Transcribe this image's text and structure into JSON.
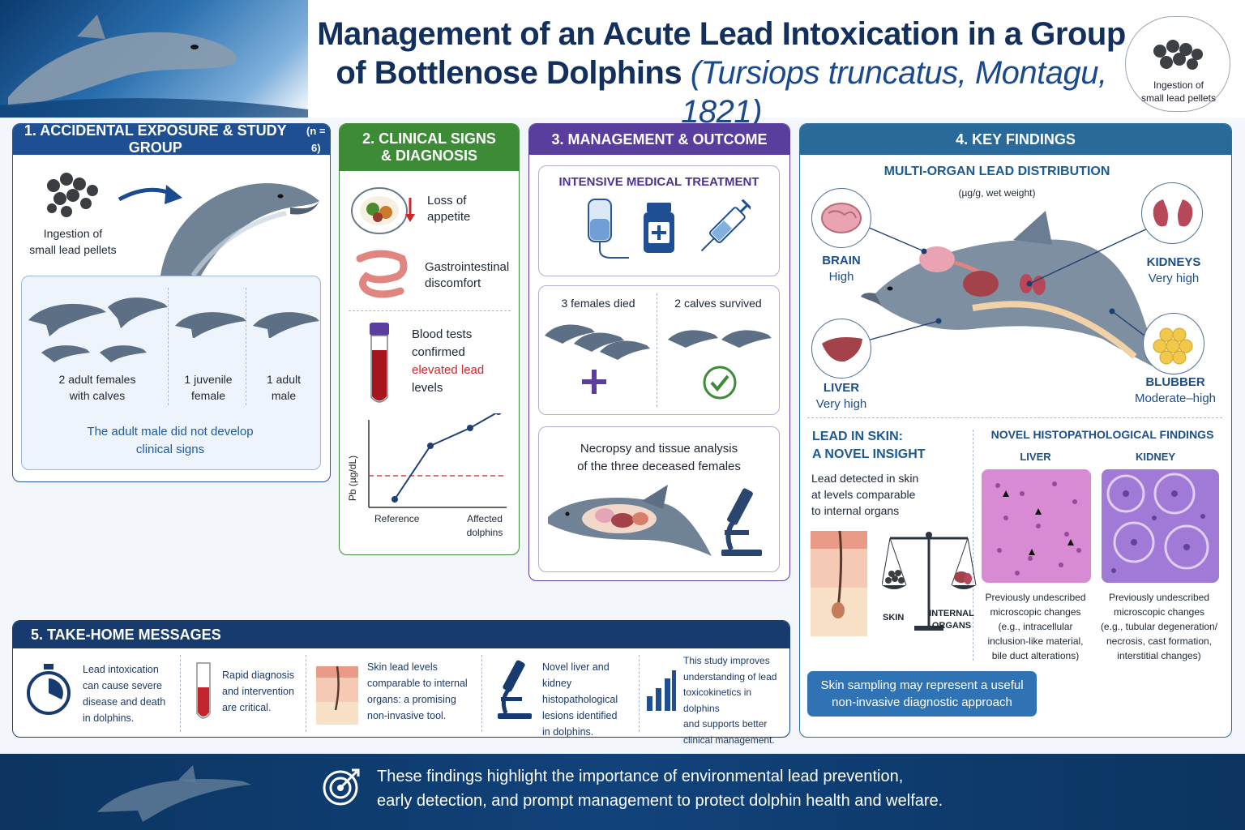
{
  "title": {
    "line1": "Management of an Acute Lead Intoxication in a Group",
    "line2_plain": "of Bottlenose Dolphins ",
    "line2_italic": "(Tursiops truncatus, Montagu, 1821)"
  },
  "header_badge": {
    "label_line1": "Ingestion of",
    "label_line2": "small lead pellets"
  },
  "panel1": {
    "heading": "1. ACCIDENTAL EXPOSURE & STUDY GROUP",
    "heading_n": "(n = 6)",
    "ingestion_line1": "Ingestion of",
    "ingestion_line2": "small lead pellets",
    "groups": [
      {
        "line1": "2 adult females",
        "line2": "with calves"
      },
      {
        "line1": "1 juvenile",
        "line2": "female"
      },
      {
        "line1": "1 adult",
        "line2": "male"
      }
    ],
    "note_line1": "The adult male did not develop",
    "note_line2": "clinical signs"
  },
  "panel2": {
    "heading_line1": "2. CLINICAL SIGNS",
    "heading_line2": "& DIAGNOSIS",
    "sign1_line1": "Loss of",
    "sign1_line2": "appetite",
    "sign2_line1": "Gastrointestinal",
    "sign2_line2": "discomfort",
    "blood_line1": "Blood tests",
    "blood_line2": "confirmed",
    "blood_line3": "elevated lead",
    "blood_line4": "levels",
    "chart_ylabel": "Pb (µg/dL)",
    "chart_x1": "Reference",
    "chart_x2_line1": "Affected",
    "chart_x2_line2": "dolphins"
  },
  "panel3": {
    "heading": "3. MANAGEMENT & OUTCOME",
    "treatment_heading": "INTENSIVE MEDICAL TREATMENT",
    "died": "3 females died",
    "survived": "2 calves survived",
    "necropsy_line1": "Necropsy and tissue analysis",
    "necropsy_line2": "of the three deceased females"
  },
  "panel4": {
    "heading": "4. KEY FINDINGS",
    "distribution_heading": "MULTI-ORGAN LEAD DISTRIBUTION",
    "distribution_unit": "(µg/g, wet weight)",
    "organs": [
      {
        "name": "BRAIN",
        "level": "High"
      },
      {
        "name": "KIDNEYS",
        "level": "Very high"
      },
      {
        "name": "LIVER",
        "level": "Very high"
      },
      {
        "name": "BLUBBER",
        "level": "Moderate–high"
      }
    ],
    "skin_heading_line1": "LEAD IN SKIN:",
    "skin_heading_line2": "A NOVEL INSIGHT",
    "skin_text_line1": "Lead detected in skin",
    "skin_text_line2": "at levels comparable",
    "skin_text_line3": "to internal organs",
    "scale_left": "SKIN",
    "scale_right_line1": "INTERNAL",
    "scale_right_line2": "ORGANS",
    "histo_heading": "NOVEL HISTOPATHOLOGICAL FINDINGS",
    "histo_liver": "LIVER",
    "histo_kidney": "KIDNEY",
    "liver_desc": [
      "Previously undescribed",
      "microscopic changes",
      "(e.g., intracellular",
      "inclusion-like material,",
      "bile duct alterations)"
    ],
    "kidney_desc": [
      "Previously undescribed",
      "microscopic changes",
      "(e.g., tubular degeneration/",
      "necrosis, cast formation,",
      "interstitial changes)"
    ],
    "callout_line1": "Skin sampling may represent a useful",
    "callout_line2": "non-invasive diagnostic approach"
  },
  "panel5": {
    "heading": "5. TAKE-HOME MESSAGES",
    "messages": [
      [
        "Lead intoxication",
        "can cause severe",
        "disease and death",
        "in dolphins."
      ],
      [
        "Rapid diagnosis",
        "and intervention",
        "are critical."
      ],
      [
        "Skin lead levels",
        "comparable to internal",
        "organs: a promising",
        "non-invasive tool."
      ],
      [
        "Novel liver and kidney",
        "histopathological",
        "lesions identified",
        "in dolphins."
      ],
      [
        "This study improves",
        "understanding of lead",
        "toxicokinetics in dolphins",
        "and supports better",
        "clinical management."
      ]
    ]
  },
  "footer": {
    "line1": "These findings highlight the importance of environmental lead prevention,",
    "line2": "early detection, and prompt management to protect dolphin health and welfare."
  },
  "colors": {
    "navy": "#12305b",
    "panel1": "#1e4f92",
    "panel2": "#3d8a37",
    "panel3": "#5a3e9e",
    "panel4": "#2a6a9a",
    "panel5": "#173b6e",
    "alert_red": "#d0262c"
  },
  "icons": [
    "lead-pellets-icon",
    "arrow-icon",
    "dolphin-icon",
    "plate-icon",
    "intestine-icon",
    "blood-tube-icon",
    "iv-bag-icon",
    "medicine-bottle-icon",
    "syringe-icon",
    "plus-icon",
    "check-icon",
    "microscope-icon",
    "brain-icon",
    "kidney-icon",
    "liver-icon",
    "blubber-icon",
    "scale-icon",
    "stopwatch-icon",
    "test-tube-icon",
    "skin-icon",
    "bar-chart-icon",
    "target-icon"
  ]
}
